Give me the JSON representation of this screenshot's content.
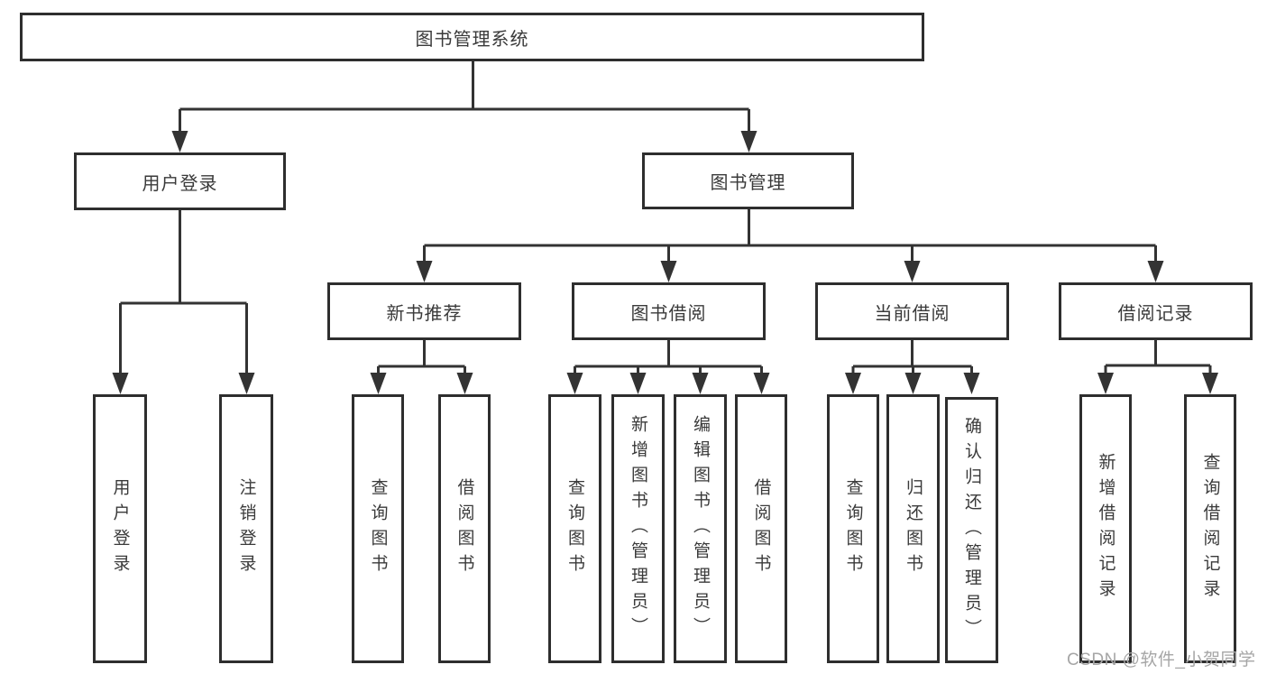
{
  "colors": {
    "background": "#ffffff",
    "line": "#333333",
    "box_border": "#2e2e2e",
    "box_fill": "#ffffff",
    "text": "#3a3a3a",
    "watermark": "#a6a6a6"
  },
  "watermark": {
    "text": "CSDN @软件_小贺同学"
  },
  "tree": {
    "label": "图书管理系统",
    "children": [
      {
        "label": "用户登录",
        "children": [
          {
            "label": "用户登录"
          },
          {
            "label": "注销登录"
          }
        ]
      },
      {
        "label": "图书管理",
        "children": [
          {
            "label": "新书推荐",
            "children": [
              {
                "label": "查询图书"
              },
              {
                "label": "借阅图书"
              }
            ]
          },
          {
            "label": "图书借阅",
            "children": [
              {
                "label": "查询图书"
              },
              {
                "label": "新增图书（管理员）"
              },
              {
                "label": "编辑图书（管理员）"
              },
              {
                "label": "借阅图书"
              }
            ]
          },
          {
            "label": "当前借阅",
            "children": [
              {
                "label": "查询图书"
              },
              {
                "label": "归还图书"
              },
              {
                "label": "确认归还（管理员）"
              }
            ]
          },
          {
            "label": "借阅记录",
            "children": [
              {
                "label": "新增借阅记录"
              },
              {
                "label": "查询借阅记录"
              }
            ]
          }
        ]
      }
    ]
  }
}
